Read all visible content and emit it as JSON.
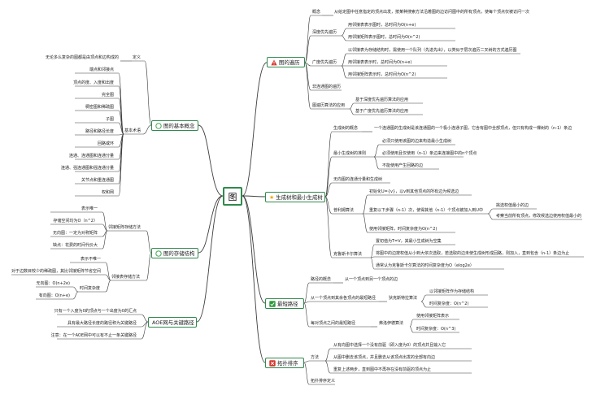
{
  "root": {
    "label": "图"
  },
  "branches": {
    "traversal": {
      "label": "图的遍历",
      "icon": "warning-icon",
      "icon_color": "#d9342b"
    },
    "mst": {
      "label": "生成树和最小生成树",
      "icon": "star-icon",
      "icon_color": "#f0a50c"
    },
    "shortest": {
      "label": "最短路径",
      "icon": "check-square-icon",
      "icon_color": "#2e9b3e"
    },
    "topo": {
      "label": "拓扑排序",
      "icon": "x-square-icon",
      "icon_color": "#d9342b"
    },
    "concepts": {
      "label": "图的基本概念",
      "icon": "circle-icon",
      "icon_color": "#2e9b3e"
    },
    "storage": {
      "label": "图的存储结构",
      "icon": "circle-icon",
      "icon_color": "#2e9b3e"
    },
    "aoe": {
      "label": "AOE网与关键路径"
    }
  },
  "nodes": {
    "t1": "概念",
    "t1a": "从给定图中任意指定的顶点出发，按某种搜索方法沿着图的边访问图中的所有顶点，使每个顶点仅被访问一次",
    "t2": "深度优先遍历",
    "t2a": "用邻接表表示图时，总时间为O(n+e)",
    "t2b": "用邻接矩阵表示图时，总时间为O(n^2)",
    "t3": "广度优先遍历",
    "t3a": "以邻接表为存储结构时，需使用一个队列（先进先出），以类似于层次遍历二叉树的方式遍历图",
    "t3b": "用邻接表表示时，总时间为O(n+e)",
    "t3c": "用邻接矩阵表示时，总时间为O(n^2)",
    "t4": "非连通图的遍历",
    "t5": "图遍历算法的应用",
    "t5a": "基于深度优先遍历算法的应用",
    "t5b": "基于广度优先遍历算法的应用",
    "m1": "生成树的概念",
    "m1a": "一个连通图的生成树是该连通图的一个极小连通子图，它含有图中全部顶点，但只有构成一棵树的（n-1）条边",
    "m2": "最小生成树的准则",
    "m2a": "必须只使用该图的边来构造最小生成树",
    "m2b": "必须使用且仅使用（n-1）条边来连接图中的n个顶点",
    "m2c": "不能使用产生回路的边",
    "m3": "无向图的连通分量和生成树",
    "m4": "普利姆算法",
    "m4a": "初始化U={v}，以v到其他顶点的所有边为候选边",
    "m4b": "重复以下步骤（n-1）次，使得其他（n-1）个顶点被加入到U中",
    "m4b1": "挑选权值最小的边",
    "m4b2": "考察当前所有顶点，修改候选边使用权值最小的",
    "m4c": "使用邻接矩阵，时间复杂度为O(n^2)",
    "m5": "克鲁斯卡尔算法",
    "m5a": "置初值为T=V，其最小生成树为空集",
    "m5b": "将图中的边按权值从小到大依次选取，若选取的边未使生成树形成回路，则加入，直到包含（n-1）条边为止",
    "m5c": "通常认为克鲁斯卡尔算法的时间复杂度为O（elog2e）",
    "s1": "路径的概念",
    "s1a": "从一个顶点到另一个顶点的边",
    "s2": "从一个顶点到其余各顶点的最短路径",
    "s2a": "狄克斯特拉算法",
    "s2a1": "以邻接矩阵作为存储结构",
    "s2a2": "时间复杂度：O(n^2)",
    "s3": "每对顶点之间的最短路径",
    "s3a": "弗洛伊德算法",
    "s3a1": "使用邻接矩阵表示",
    "s3a2": "时间复杂度：O(n^3)",
    "o1": "方法",
    "o1a": "从有向图中选择一个没有前驱（即入度为0）的顶点并且输入它",
    "o1b": "从图中删去该顶点，并且删去从该顶点出发的全部有向边",
    "o1c": "重复上述两步，直到图中不再存在没有前驱的顶点为止",
    "o2": "拓扑排序定义",
    "c1": "定义",
    "c1a": "无论多么复杂的图都是由顶点和边构成的",
    "c2": "基本术语",
    "c2a": "端点和邻接点",
    "c2b": "顶点的度、入度和出度",
    "c2c": "完全图",
    "c2d": "稠密图和稀疏图",
    "c2e": "子图",
    "c2f": "路径和路径长度",
    "c2g": "回路或环",
    "c2h": "连通、连通图和连通分量",
    "c2i": "连通、强连通图和强连通分量",
    "c2j": "关节点和重连通图",
    "c2k": "权和网",
    "g1": "邻接矩阵存储方法",
    "g1a": "表示唯一",
    "g1b": "存储空间均为O（n^2）",
    "g1c": "无向图：一定为对称矩阵",
    "g1d": "缺点：花费的时间代价大",
    "g2": "邻接表存储方法",
    "g2a": "表示不唯一",
    "g2b": "对于边数目较少的稀疏图，其比邻接矩阵节省空间",
    "g2c": "时间复杂度",
    "g2c1": "无向图：O(n+2e)",
    "g2c2": "有向图：O(n+e)",
    "a1": "只有一个入度为0的顶点与一个出度为0的汇点",
    "a2": "具有最大路径长度的路径称为关键路径",
    "a3": "注意：在一个AOE网中可以有不止一条关键路径"
  }
}
